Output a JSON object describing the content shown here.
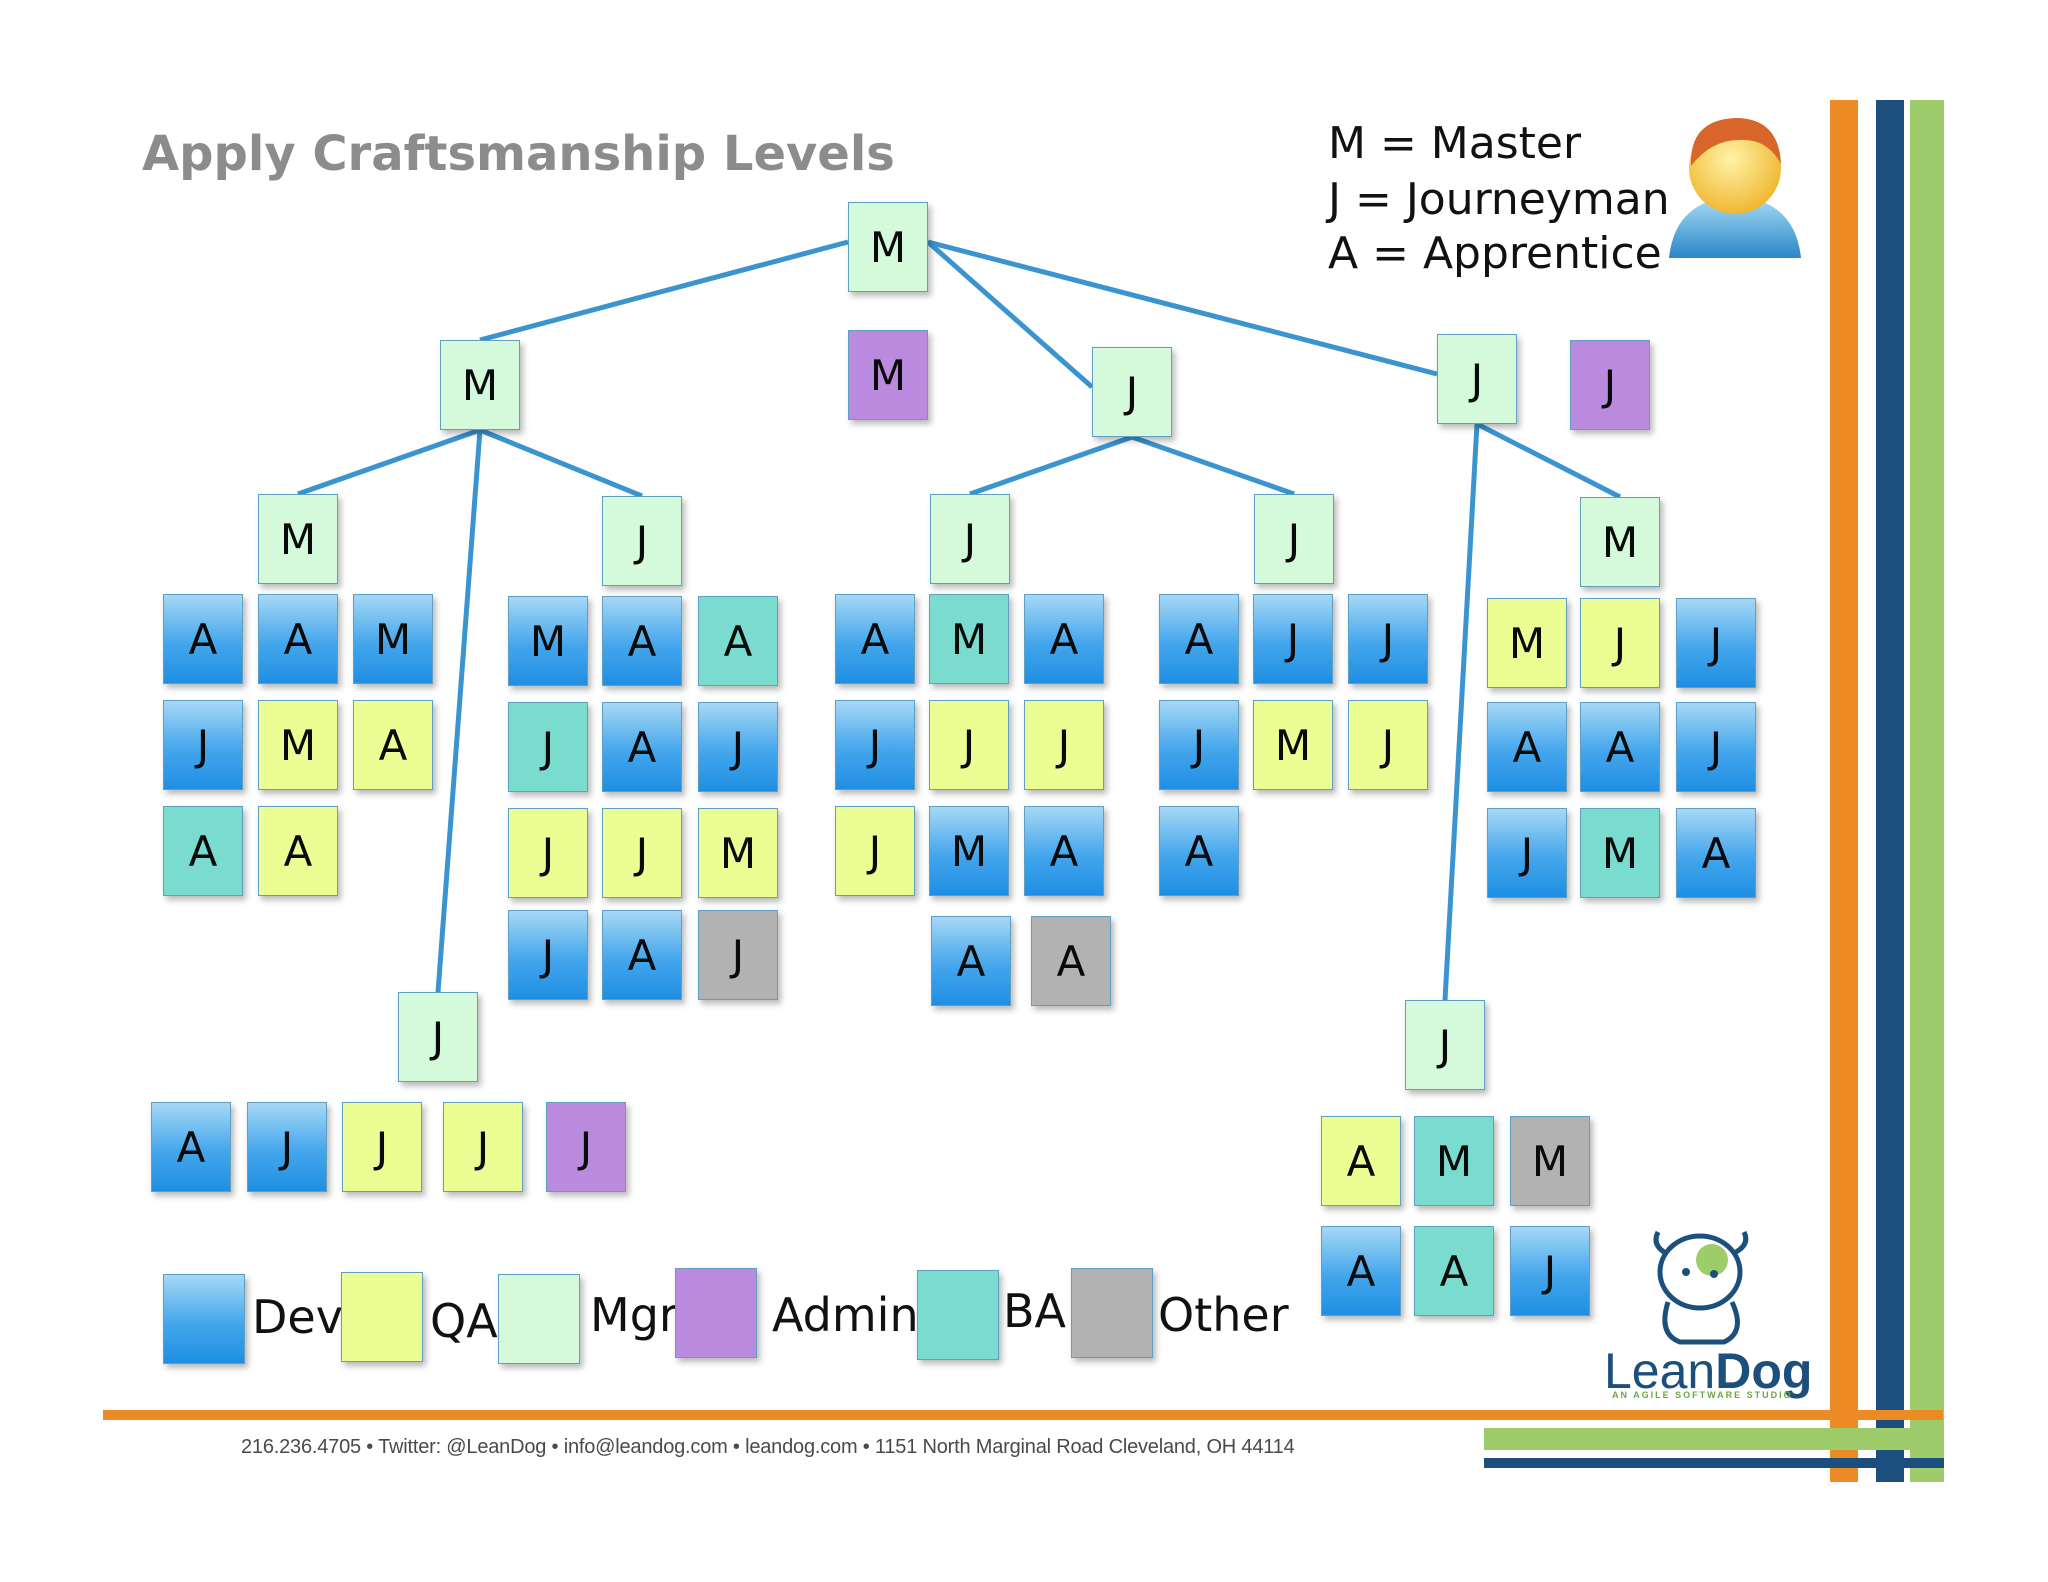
{
  "title": "Apply Craftsmanship Levels",
  "key": [
    {
      "text": "M = Master"
    },
    {
      "text": "J = Journeyman"
    },
    {
      "text": "A = Apprentice"
    }
  ],
  "boxes": [
    {
      "level": "M",
      "role": "mgr"
    },
    {
      "level": "M",
      "role": "admin"
    },
    {
      "level": "M",
      "role": "mgr"
    },
    {
      "level": "J",
      "role": "mgr"
    },
    {
      "level": "J",
      "role": "mgr"
    },
    {
      "level": "J",
      "role": "admin"
    },
    {
      "level": "M",
      "role": "mgr"
    },
    {
      "level": "J",
      "role": "mgr"
    },
    {
      "level": "J",
      "role": "mgr"
    },
    {
      "level": "J",
      "role": "mgr"
    },
    {
      "level": "M",
      "role": "mgr"
    },
    {
      "level": "A",
      "role": "dev"
    },
    {
      "level": "A",
      "role": "dev"
    },
    {
      "level": "M",
      "role": "dev"
    },
    {
      "level": "J",
      "role": "dev"
    },
    {
      "level": "M",
      "role": "qa"
    },
    {
      "level": "A",
      "role": "qa"
    },
    {
      "level": "A",
      "role": "ba"
    },
    {
      "level": "A",
      "role": "qa"
    },
    {
      "level": "M",
      "role": "dev"
    },
    {
      "level": "A",
      "role": "dev"
    },
    {
      "level": "A",
      "role": "ba"
    },
    {
      "level": "J",
      "role": "ba"
    },
    {
      "level": "A",
      "role": "dev"
    },
    {
      "level": "J",
      "role": "dev"
    },
    {
      "level": "J",
      "role": "qa"
    },
    {
      "level": "J",
      "role": "qa"
    },
    {
      "level": "M",
      "role": "qa"
    },
    {
      "level": "J",
      "role": "dev"
    },
    {
      "level": "A",
      "role": "dev"
    },
    {
      "level": "J",
      "role": "other"
    },
    {
      "level": "A",
      "role": "dev"
    },
    {
      "level": "M",
      "role": "ba"
    },
    {
      "level": "A",
      "role": "dev"
    },
    {
      "level": "J",
      "role": "dev"
    },
    {
      "level": "J",
      "role": "qa"
    },
    {
      "level": "J",
      "role": "qa"
    },
    {
      "level": "J",
      "role": "qa"
    },
    {
      "level": "M",
      "role": "dev"
    },
    {
      "level": "A",
      "role": "dev"
    },
    {
      "level": "A",
      "role": "dev"
    },
    {
      "level": "A",
      "role": "other"
    },
    {
      "level": "A",
      "role": "dev"
    },
    {
      "level": "J",
      "role": "dev"
    },
    {
      "level": "J",
      "role": "dev"
    },
    {
      "level": "J",
      "role": "dev"
    },
    {
      "level": "M",
      "role": "qa"
    },
    {
      "level": "J",
      "role": "qa"
    },
    {
      "level": "A",
      "role": "dev"
    },
    {
      "level": "M",
      "role": "qa"
    },
    {
      "level": "J",
      "role": "qa"
    },
    {
      "level": "J",
      "role": "dev"
    },
    {
      "level": "A",
      "role": "dev"
    },
    {
      "level": "A",
      "role": "dev"
    },
    {
      "level": "J",
      "role": "dev"
    },
    {
      "level": "J",
      "role": "dev"
    },
    {
      "level": "M",
      "role": "ba"
    },
    {
      "level": "A",
      "role": "dev"
    },
    {
      "level": "J",
      "role": "mgr"
    },
    {
      "level": "J",
      "role": "mgr"
    },
    {
      "level": "A",
      "role": "dev"
    },
    {
      "level": "J",
      "role": "dev"
    },
    {
      "level": "J",
      "role": "qa"
    },
    {
      "level": "J",
      "role": "qa"
    },
    {
      "level": "J",
      "role": "admin"
    },
    {
      "level": "A",
      "role": "qa"
    },
    {
      "level": "M",
      "role": "ba"
    },
    {
      "level": "M",
      "role": "other"
    },
    {
      "level": "A",
      "role": "dev"
    },
    {
      "level": "A",
      "role": "ba"
    },
    {
      "level": "J",
      "role": "dev"
    }
  ],
  "links": [
    [
      0,
      2
    ],
    [
      0,
      3
    ],
    [
      0,
      4
    ],
    [
      2,
      6
    ],
    [
      2,
      7
    ],
    [
      2,
      58
    ],
    [
      3,
      8
    ],
    [
      3,
      9
    ],
    [
      4,
      10
    ],
    [
      4,
      59
    ]
  ],
  "legend": [
    {
      "role": "dev",
      "label": "Dev"
    },
    {
      "role": "qa",
      "label": "QA"
    },
    {
      "role": "mgr",
      "label": "Mgr"
    },
    {
      "role": "admin",
      "label": "Admin"
    },
    {
      "role": "ba",
      "label": "BA"
    },
    {
      "role": "other",
      "label": "Other"
    }
  ],
  "colors": {
    "dev": "#2c95e6",
    "qa": "#ebfd93",
    "mgr": "#d5f9db",
    "admin": "#b98ade",
    "ba": "#7adbcf",
    "other": "#b2b2b2",
    "link": "#3a94d0",
    "stripe_orange": "#ec8a23",
    "stripe_navy": "#1c4f7e",
    "stripe_green": "#9fcc6a"
  },
  "footer": "216.236.4705 • Twitter: @LeanDog • info@leandog.com • leandog.com • 1151 North Marginal Road Cleveland, OH 44114",
  "logo": {
    "name_light": "Lean",
    "name_bold": "Dog",
    "tagline": "AN AGILE SOFTWARE STUDIO"
  },
  "icons": {
    "person": "person-avatar-icon",
    "mascot": "bulldog-logo-icon"
  }
}
